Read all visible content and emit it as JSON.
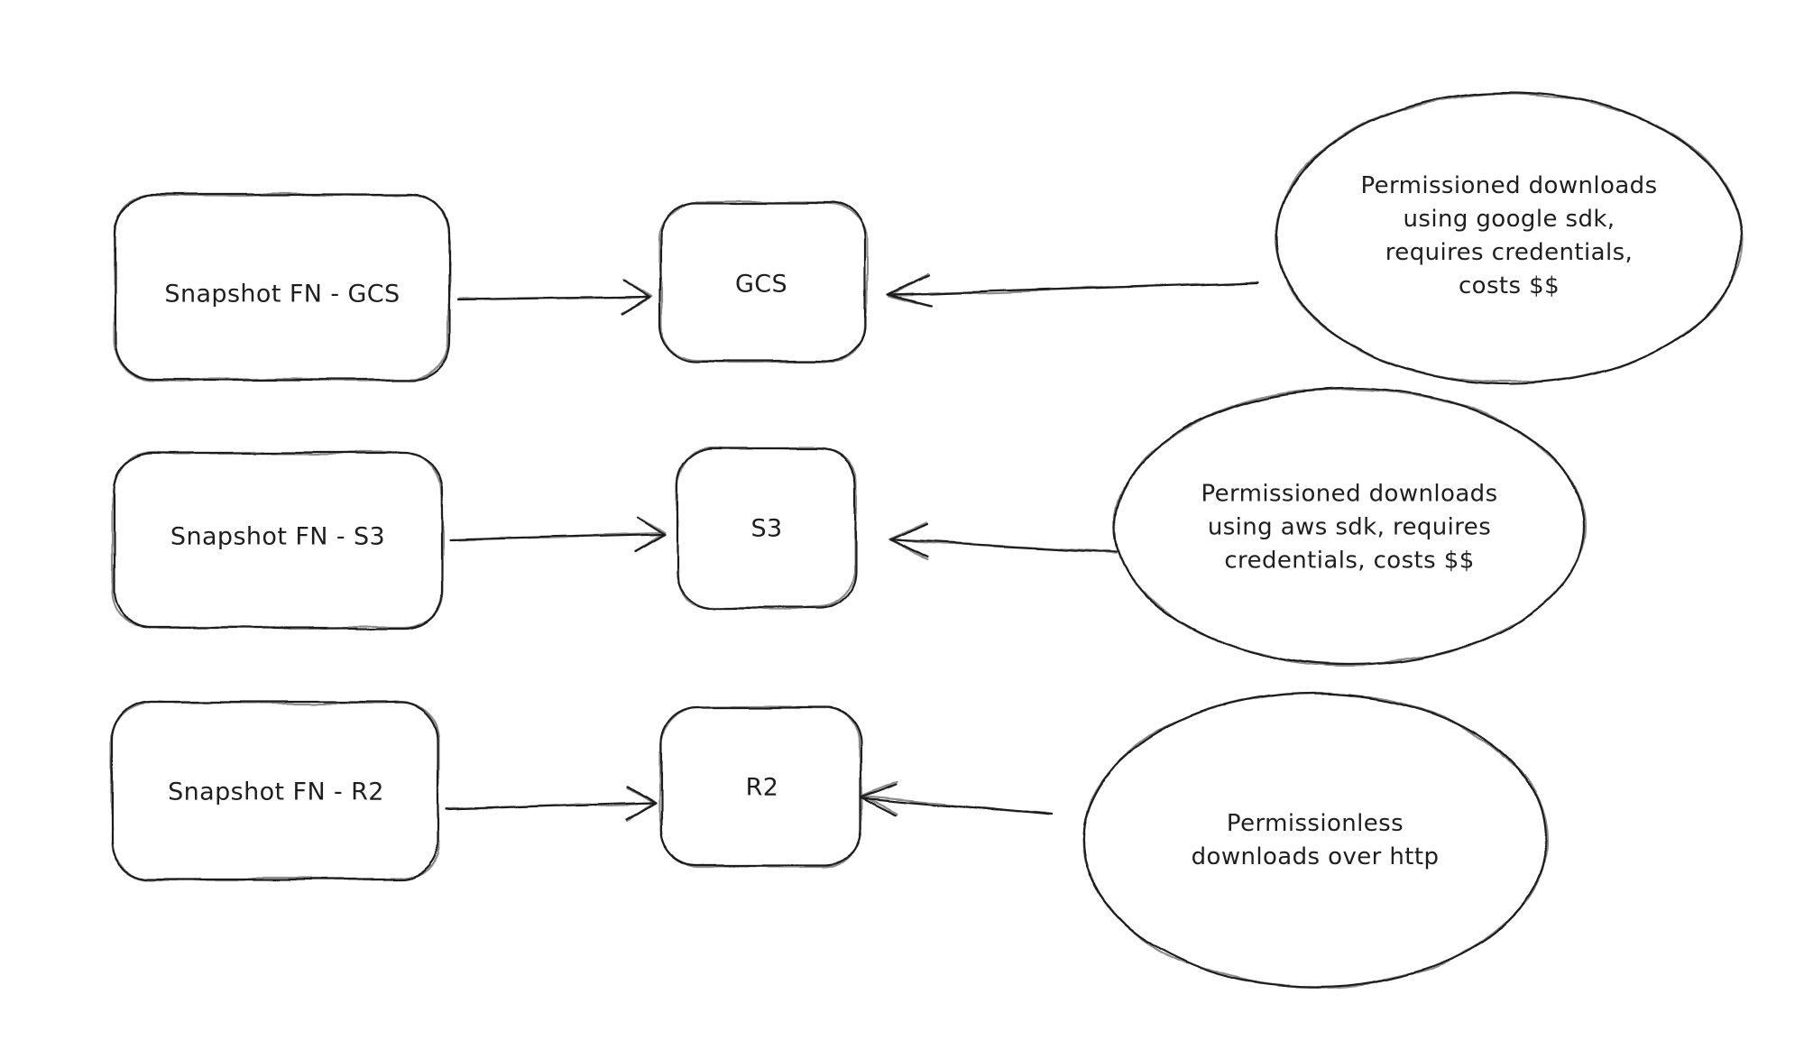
{
  "diagram": {
    "background_color": "#ffffff",
    "stroke_color": "#1e1e1e",
    "style": "hand-drawn-sketch",
    "rows": [
      {
        "source": {
          "label": "Snapshot FN - GCS",
          "shape": "rounded-rectangle"
        },
        "target": {
          "label": "GCS",
          "shape": "rounded-rectangle"
        },
        "note": {
          "label": "Permissioned downloads\nusing google sdk,\nrequires credentials,\ncosts $$",
          "shape": "ellipse"
        },
        "edges": [
          "source->target",
          "note->target"
        ]
      },
      {
        "source": {
          "label": "Snapshot FN - S3",
          "shape": "rounded-rectangle"
        },
        "target": {
          "label": "S3",
          "shape": "rounded-rectangle"
        },
        "note": {
          "label": "Permissioned downloads\nusing aws sdk, requires\ncredentials, costs $$",
          "shape": "ellipse"
        },
        "edges": [
          "source->target",
          "note->target"
        ]
      },
      {
        "source": {
          "label": "Snapshot FN - R2",
          "shape": "rounded-rectangle"
        },
        "target": {
          "label": "R2",
          "shape": "rounded-rectangle"
        },
        "note": {
          "label": "Permissionless\ndownloads over http",
          "shape": "ellipse"
        },
        "edges": [
          "source->target",
          "note->target"
        ]
      }
    ]
  }
}
